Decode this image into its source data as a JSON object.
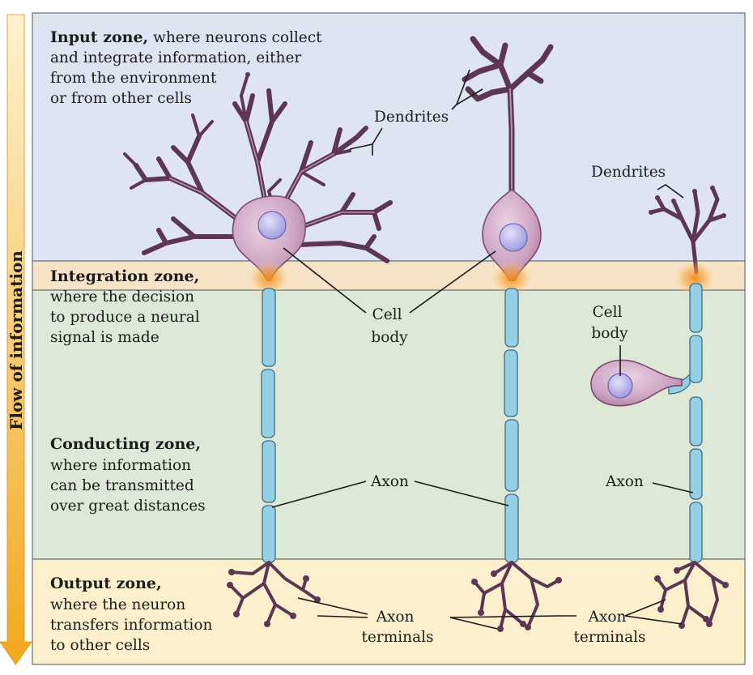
{
  "flow_label": "Flow of information",
  "zones": {
    "input": {
      "title": "Input zone,",
      "title_rest": " where neurons collect",
      "lines": [
        "and integrate information, either",
        "from the environment",
        "or from other cells"
      ]
    },
    "integration": {
      "title": "Integration zone,",
      "lines": [
        "where the decision",
        "to produce a neural",
        "signal is made"
      ]
    },
    "conducting": {
      "title": "Conducting zone,",
      "lines": [
        "where information",
        "can be transmitted",
        "over great distances"
      ]
    },
    "output": {
      "title": "Output zone,",
      "lines": [
        "where the neuron",
        "transfers information",
        "to other cells"
      ]
    }
  },
  "labels": {
    "dendrites_1": "Dendrites",
    "dendrites_2": "Dendrites",
    "cell_body_1": [
      "Cell",
      "body"
    ],
    "cell_body_2": [
      "Cell",
      "body"
    ],
    "axon_1": "Axon",
    "axon_2": "Axon",
    "axon_terminals_1": [
      "Axon",
      "terminals"
    ],
    "axon_terminals_2": [
      "Axon",
      "terminals"
    ]
  },
  "colors": {
    "input_zone": "#dfe4f2",
    "integration_zone": "#f7e4c8",
    "conducting_zone": "#dde8d6",
    "output_zone": "#fbefcc",
    "cell_body": "#cfa8c6",
    "nucleus": "#b9b5ea",
    "axon_myelin": "#94cfe4",
    "dendrite": "#7a4b6e",
    "arrow": "#f6b62c"
  }
}
